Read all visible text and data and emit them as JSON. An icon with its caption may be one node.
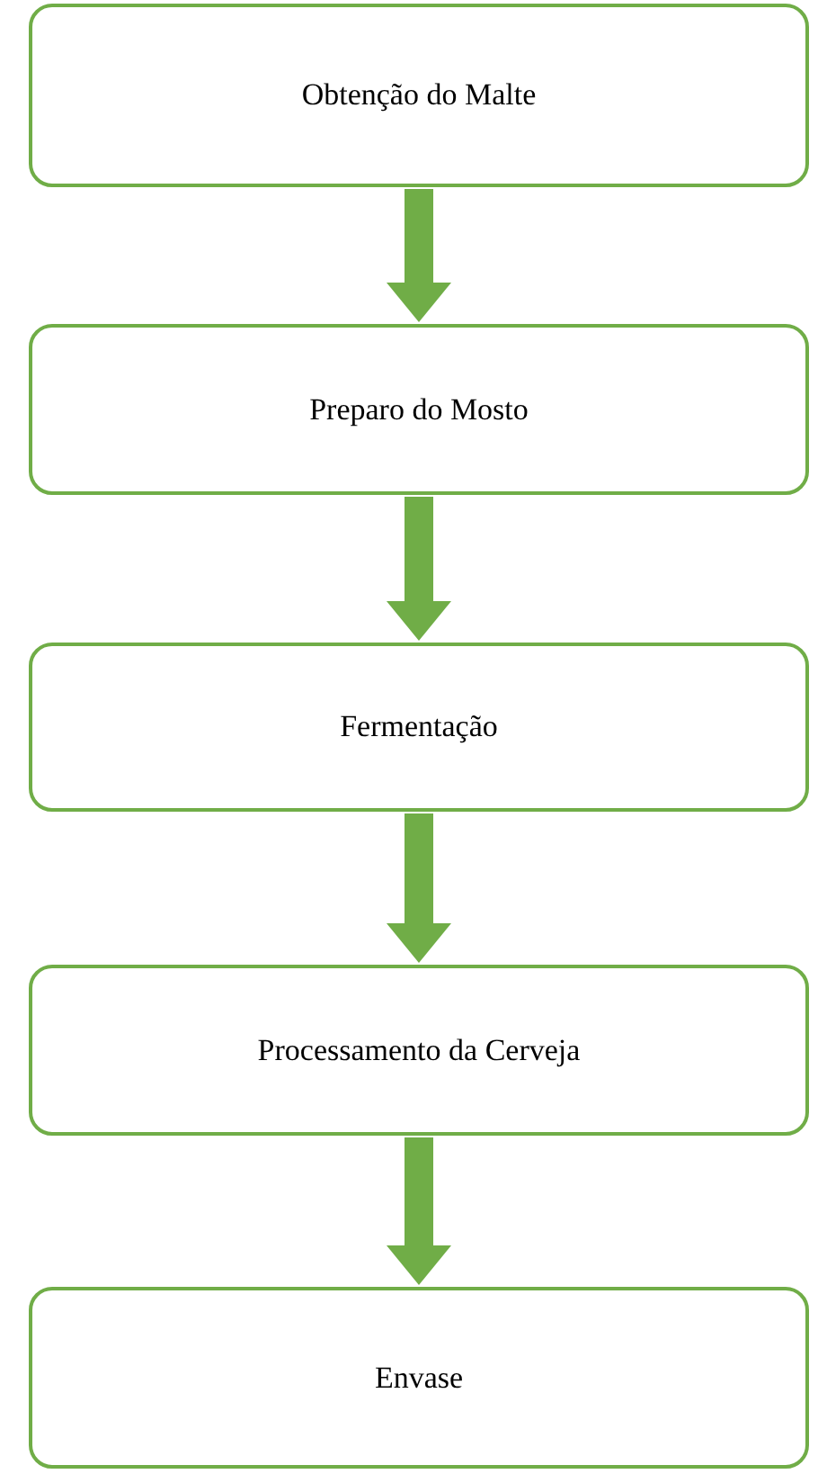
{
  "diagram": {
    "nodes": [
      {
        "text": [
          "Obtenção do Malte"
        ]
      },
      {
        "text": [
          "Preparo do Mosto"
        ]
      },
      {
        "text": [
          "Fermentação"
        ]
      },
      {
        "text": [
          "Processamento da Cerveja"
        ]
      },
      {
        "text": [
          "Envase"
        ]
      }
    ],
    "edges": [
      {
        "from": 0,
        "to": 1,
        "arrow": "to"
      },
      {
        "from": 1,
        "to": 2,
        "arrow": "to"
      },
      {
        "from": 2,
        "to": 3,
        "arrow": "to"
      },
      {
        "from": 3,
        "to": 4,
        "arrow": "to"
      }
    ]
  }
}
